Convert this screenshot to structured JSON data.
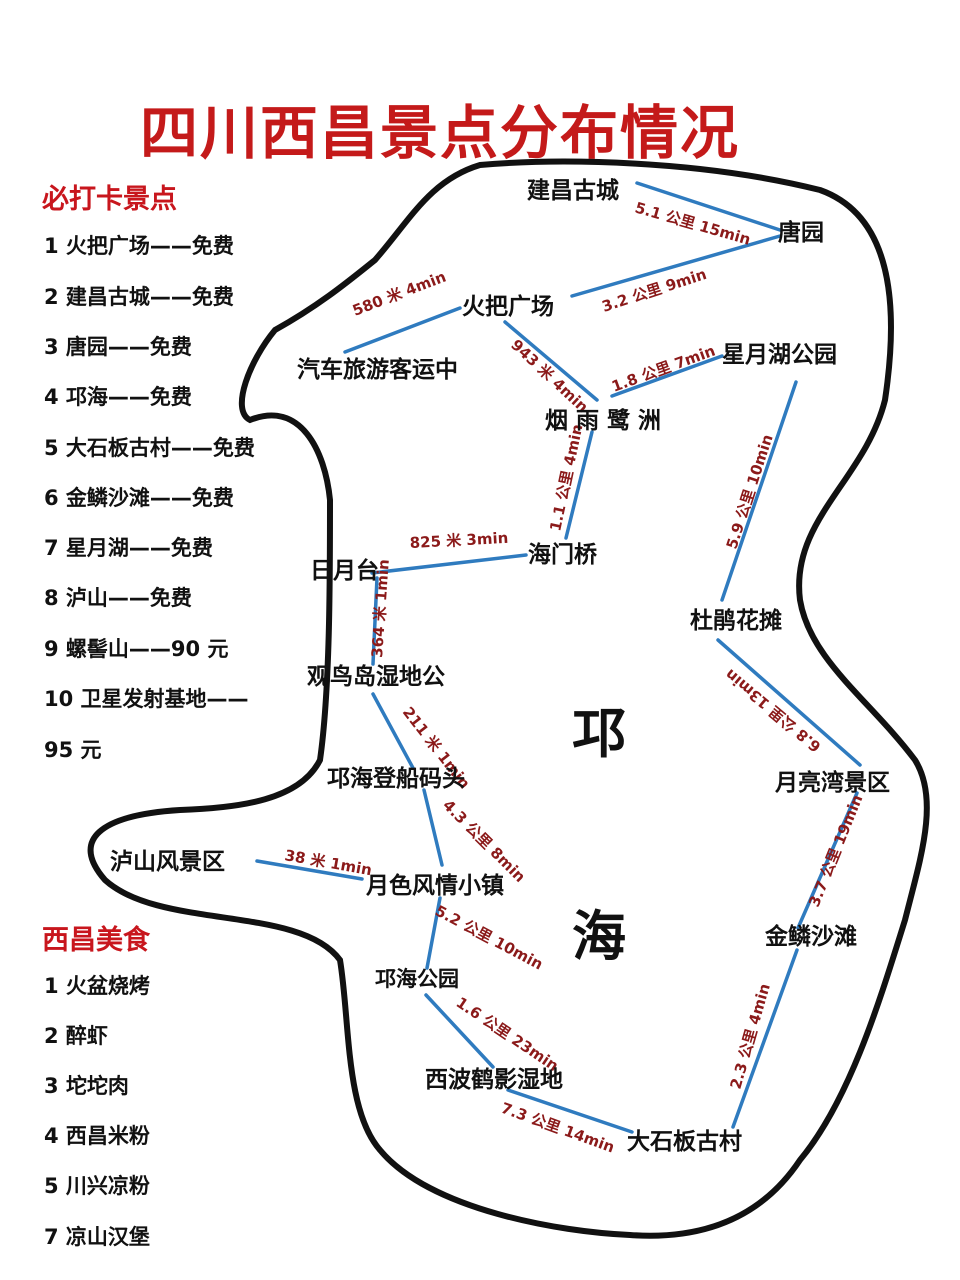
{
  "title": "四川西昌景点分布情况",
  "attractions_heading": "必打卡景点",
  "attractions": [
    "1 火把广场——免费",
    "2 建昌古城——免费",
    "3 唐园——免费",
    "4 邛海——免费",
    "5 大石板古村——免费",
    "6 金鳞沙滩——免费",
    "7 星月湖——免费",
    "8 泸山——免费",
    "9 螺髻山——90 元",
    "10 卫星发射基地——",
    "95 元"
  ],
  "food_heading": "西昌美食",
  "food": [
    "1 火盆烧烤",
    "2 醉虾",
    "3 坨坨肉",
    "4 西昌米粉",
    "5 川兴凉粉",
    "7 凉山汉堡"
  ],
  "lake": {
    "char1": "邛",
    "char2": "海"
  },
  "places": {
    "jianchang": "建昌古城",
    "tangyuan": "唐园",
    "huoba": "火把广场",
    "bus": "汽车旅游客运中",
    "xingyue": "星月湖公园",
    "yanyu": "烟 雨 鹭 洲",
    "haimen": "海门桥",
    "riyue": "日月台",
    "dujuan": "杜鹃花摊",
    "guanniao": "观鸟岛湿地公",
    "matou": "邛海登船码头",
    "yueliangwan": "月亮湾景区",
    "lushan": "泸山风景区",
    "yuese": "月色风情小镇",
    "jinlin": "金鳞沙滩",
    "qionghai_park": "邛海公园",
    "xibo": "西波鹤影湿地",
    "dashiban": "大石板古村"
  },
  "distances": {
    "d1": "5.1 公里 15min",
    "d2": "3.2 公里 9min",
    "d3": "580 米 4min",
    "d4": "943 米 4min",
    "d5": "1.8 公里 7min",
    "d6": "1.1 公里 4min",
    "d7": "5.9 公里 10min",
    "d8": "825 米 3min",
    "d9": "364 米 1min",
    "d10": "6.8 公里 13min",
    "d11": "211 米 1min",
    "d12": "4.3 公里 8min",
    "d13": "3.7 公里 19min",
    "d14": "38 米 1min",
    "d15": "5.2 公里 10min",
    "d16": "1.6 公里 23min",
    "d17": "2.3 公里 4min",
    "d18": "7.3 公里 14min"
  },
  "colors": {
    "title": "#c41a1a",
    "heading": "#c8161d",
    "route_line": "#2f7bbf",
    "distance_text": "#8b1a1a",
    "outline": "#111111"
  }
}
